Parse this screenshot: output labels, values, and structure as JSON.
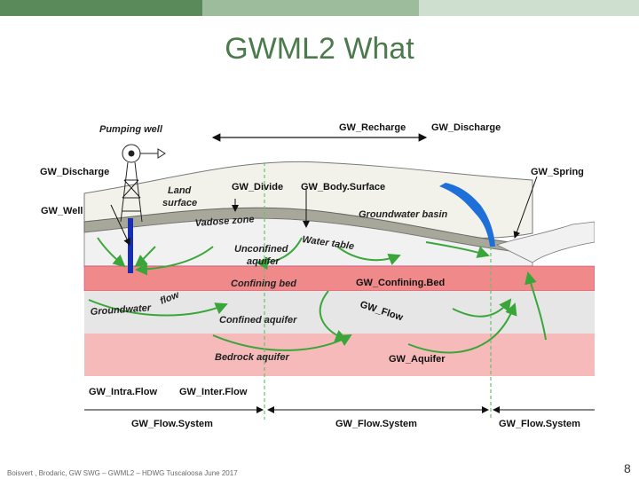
{
  "slide": {
    "title": "GWML2 What",
    "footer": "Boisvert , Brodaric, GW SWG – GWML2 – HDWG Tuscaloosa June 2017",
    "page_number": "8",
    "colors": {
      "title": "#4c7a4c",
      "bar_dark": "#5a8a5a",
      "bar_mid": "#9cbc9c",
      "bar_light": "#cfdfcf"
    }
  },
  "diagram": {
    "labels": {
      "pumping_well": "Pumping well",
      "gw_recharge": "GW_Recharge",
      "gw_discharge_top": "GW_Discharge",
      "gw_discharge_left": "GW_Discharge",
      "gw_spring": "GW_Spring",
      "land_surface_1": "Land",
      "land_surface_2": "surface",
      "gw_divide": "GW_Divide",
      "gw_body_surface": "GW_Body.Surface",
      "gw_well": "GW_Well",
      "groundwater_basin": "Groundwater basin",
      "vadose_zone": "Vadose zone",
      "water_table": "Water table",
      "unconfined_1": "Unconfined",
      "unconfined_2": "aquifer",
      "confining_bed": "Confining bed",
      "gw_confining_bed": "GW_Confining.Bed",
      "flow": "flow",
      "groundwater": "Groundwater",
      "gw_flow": "GW_Flow",
      "confined_aquifer": "Confined aquifer",
      "bedrock_aquifer": "Bedrock aquifer",
      "gw_aquifer": "GW_Aquifer",
      "gw_intra_flow": "GW_Intra.Flow",
      "gw_inter_flow": "GW_Inter.Flow",
      "flow_system_1": "GW_Flow.System",
      "flow_system_2": "GW_Flow.System",
      "flow_system_3": "GW_Flow.System"
    },
    "colors": {
      "surface": "#f2f2ea",
      "vadose": "#a8a89a",
      "unconfined": "#f1f1f1",
      "confining": "#f08a8a",
      "confined": "#e6e6e6",
      "bedrock": "#f6baba",
      "flow_arrow": "#3aa63a",
      "stream": "#1f6fd8",
      "well": "#1a2fb0",
      "divider": "#6fbf6f"
    }
  }
}
